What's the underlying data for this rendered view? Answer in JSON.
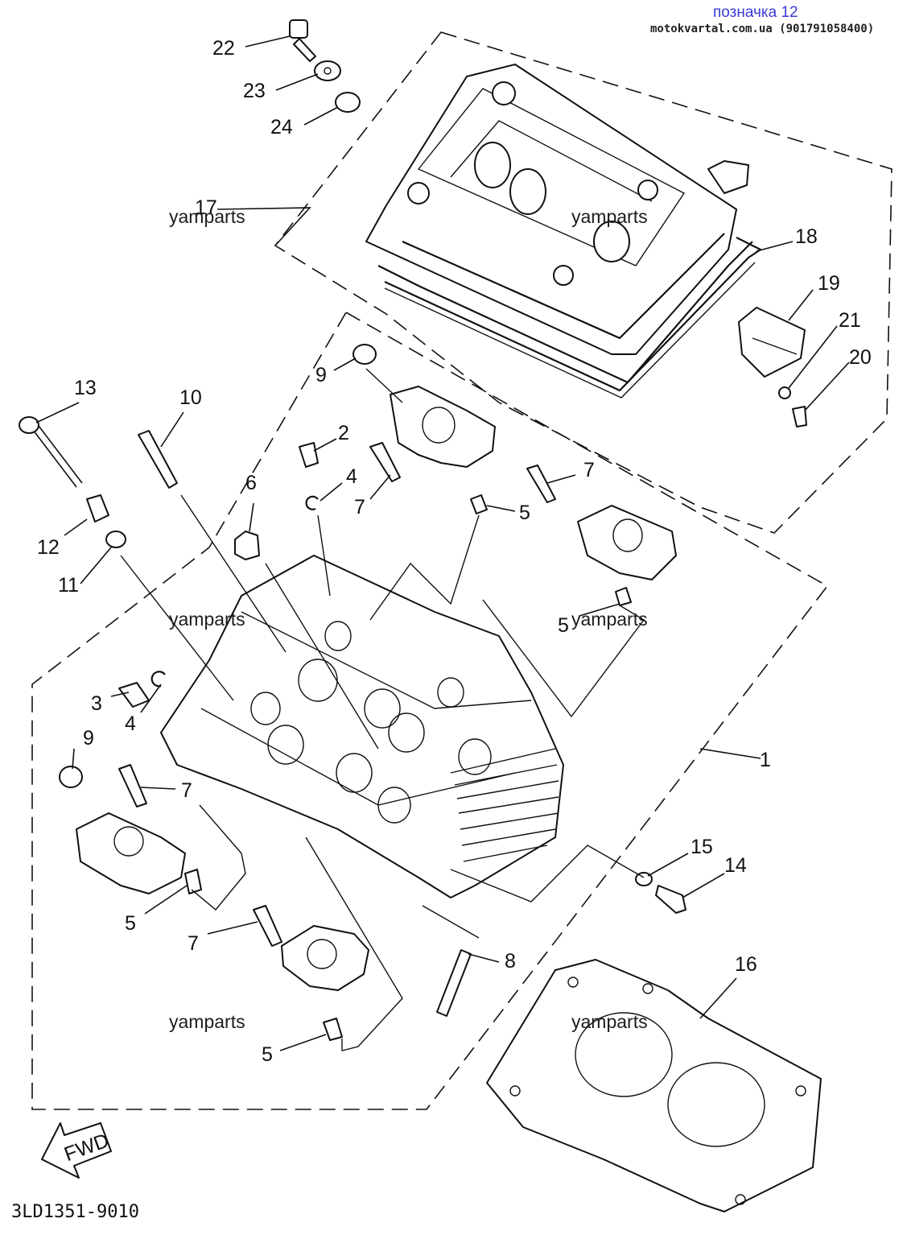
{
  "header": {
    "title": "позначка 12",
    "site": "motokvartal.com.ua (901791058400)"
  },
  "watermarks": [
    "yamparts",
    "yamparts",
    "yamparts",
    "yamparts",
    "yamparts",
    "yamparts"
  ],
  "diagram_code": "3LD1351-9010",
  "fwd_label": "FWD",
  "callouts": [
    "22",
    "23",
    "24",
    "17",
    "18",
    "19",
    "21",
    "20",
    "9",
    "13",
    "10",
    "2",
    "4",
    "7",
    "5",
    "7",
    "6",
    "12",
    "11",
    "5",
    "3",
    "4",
    "1",
    "9",
    "7",
    "5",
    "15",
    "14",
    "7",
    "8",
    "16",
    "5"
  ]
}
